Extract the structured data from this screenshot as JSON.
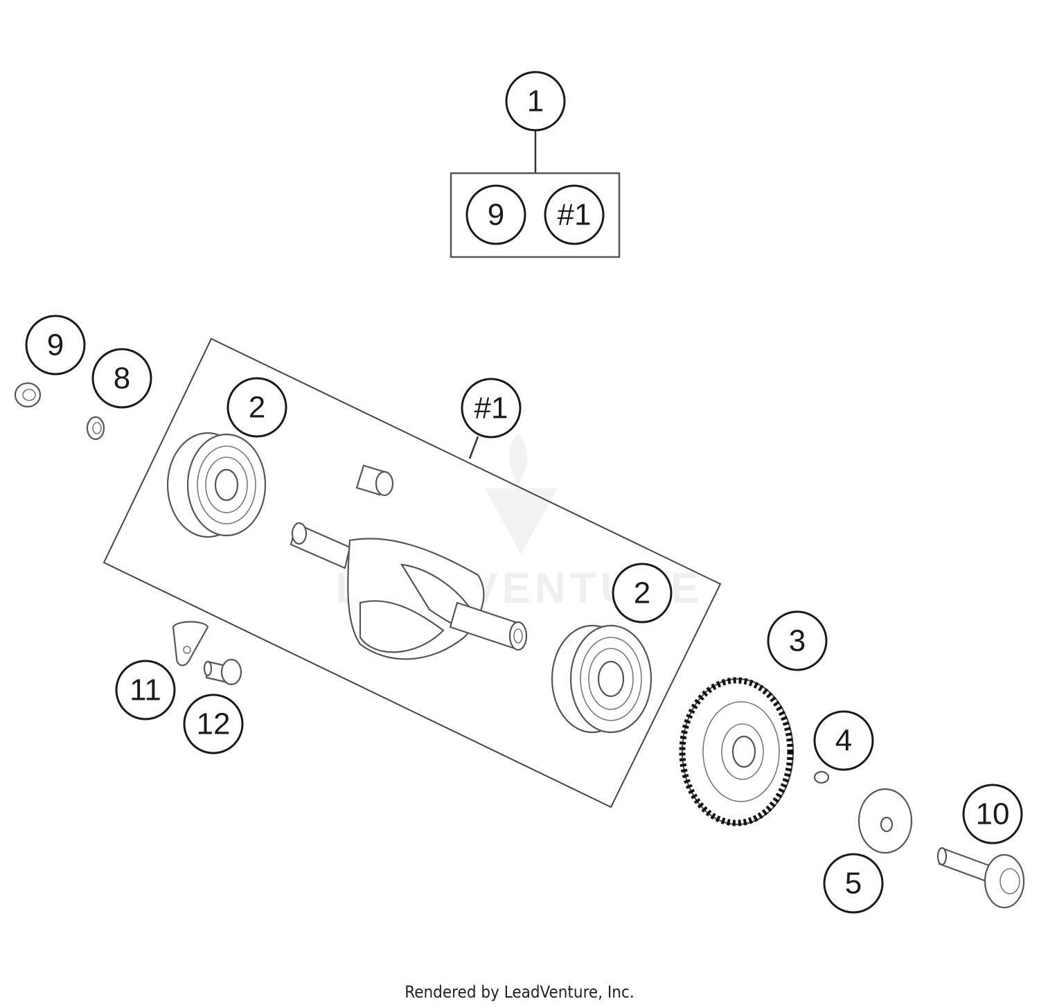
{
  "diagram": {
    "watermark_text": "LEADVENTURE",
    "callouts": {
      "assembly_top": "1",
      "kit_box_left": "9",
      "kit_box_right": "#1",
      "nut_9": "9",
      "washer_8": "8",
      "bearing_left": "2",
      "kit_frame": "#1",
      "bearing_right": "2",
      "gear_3": "3",
      "key_4": "4",
      "washer_5": "5",
      "bolt_10": "10",
      "bracket_11": "11",
      "screw_12": "12"
    }
  },
  "footer": {
    "text": "Rendered by LeadVenture, Inc."
  }
}
